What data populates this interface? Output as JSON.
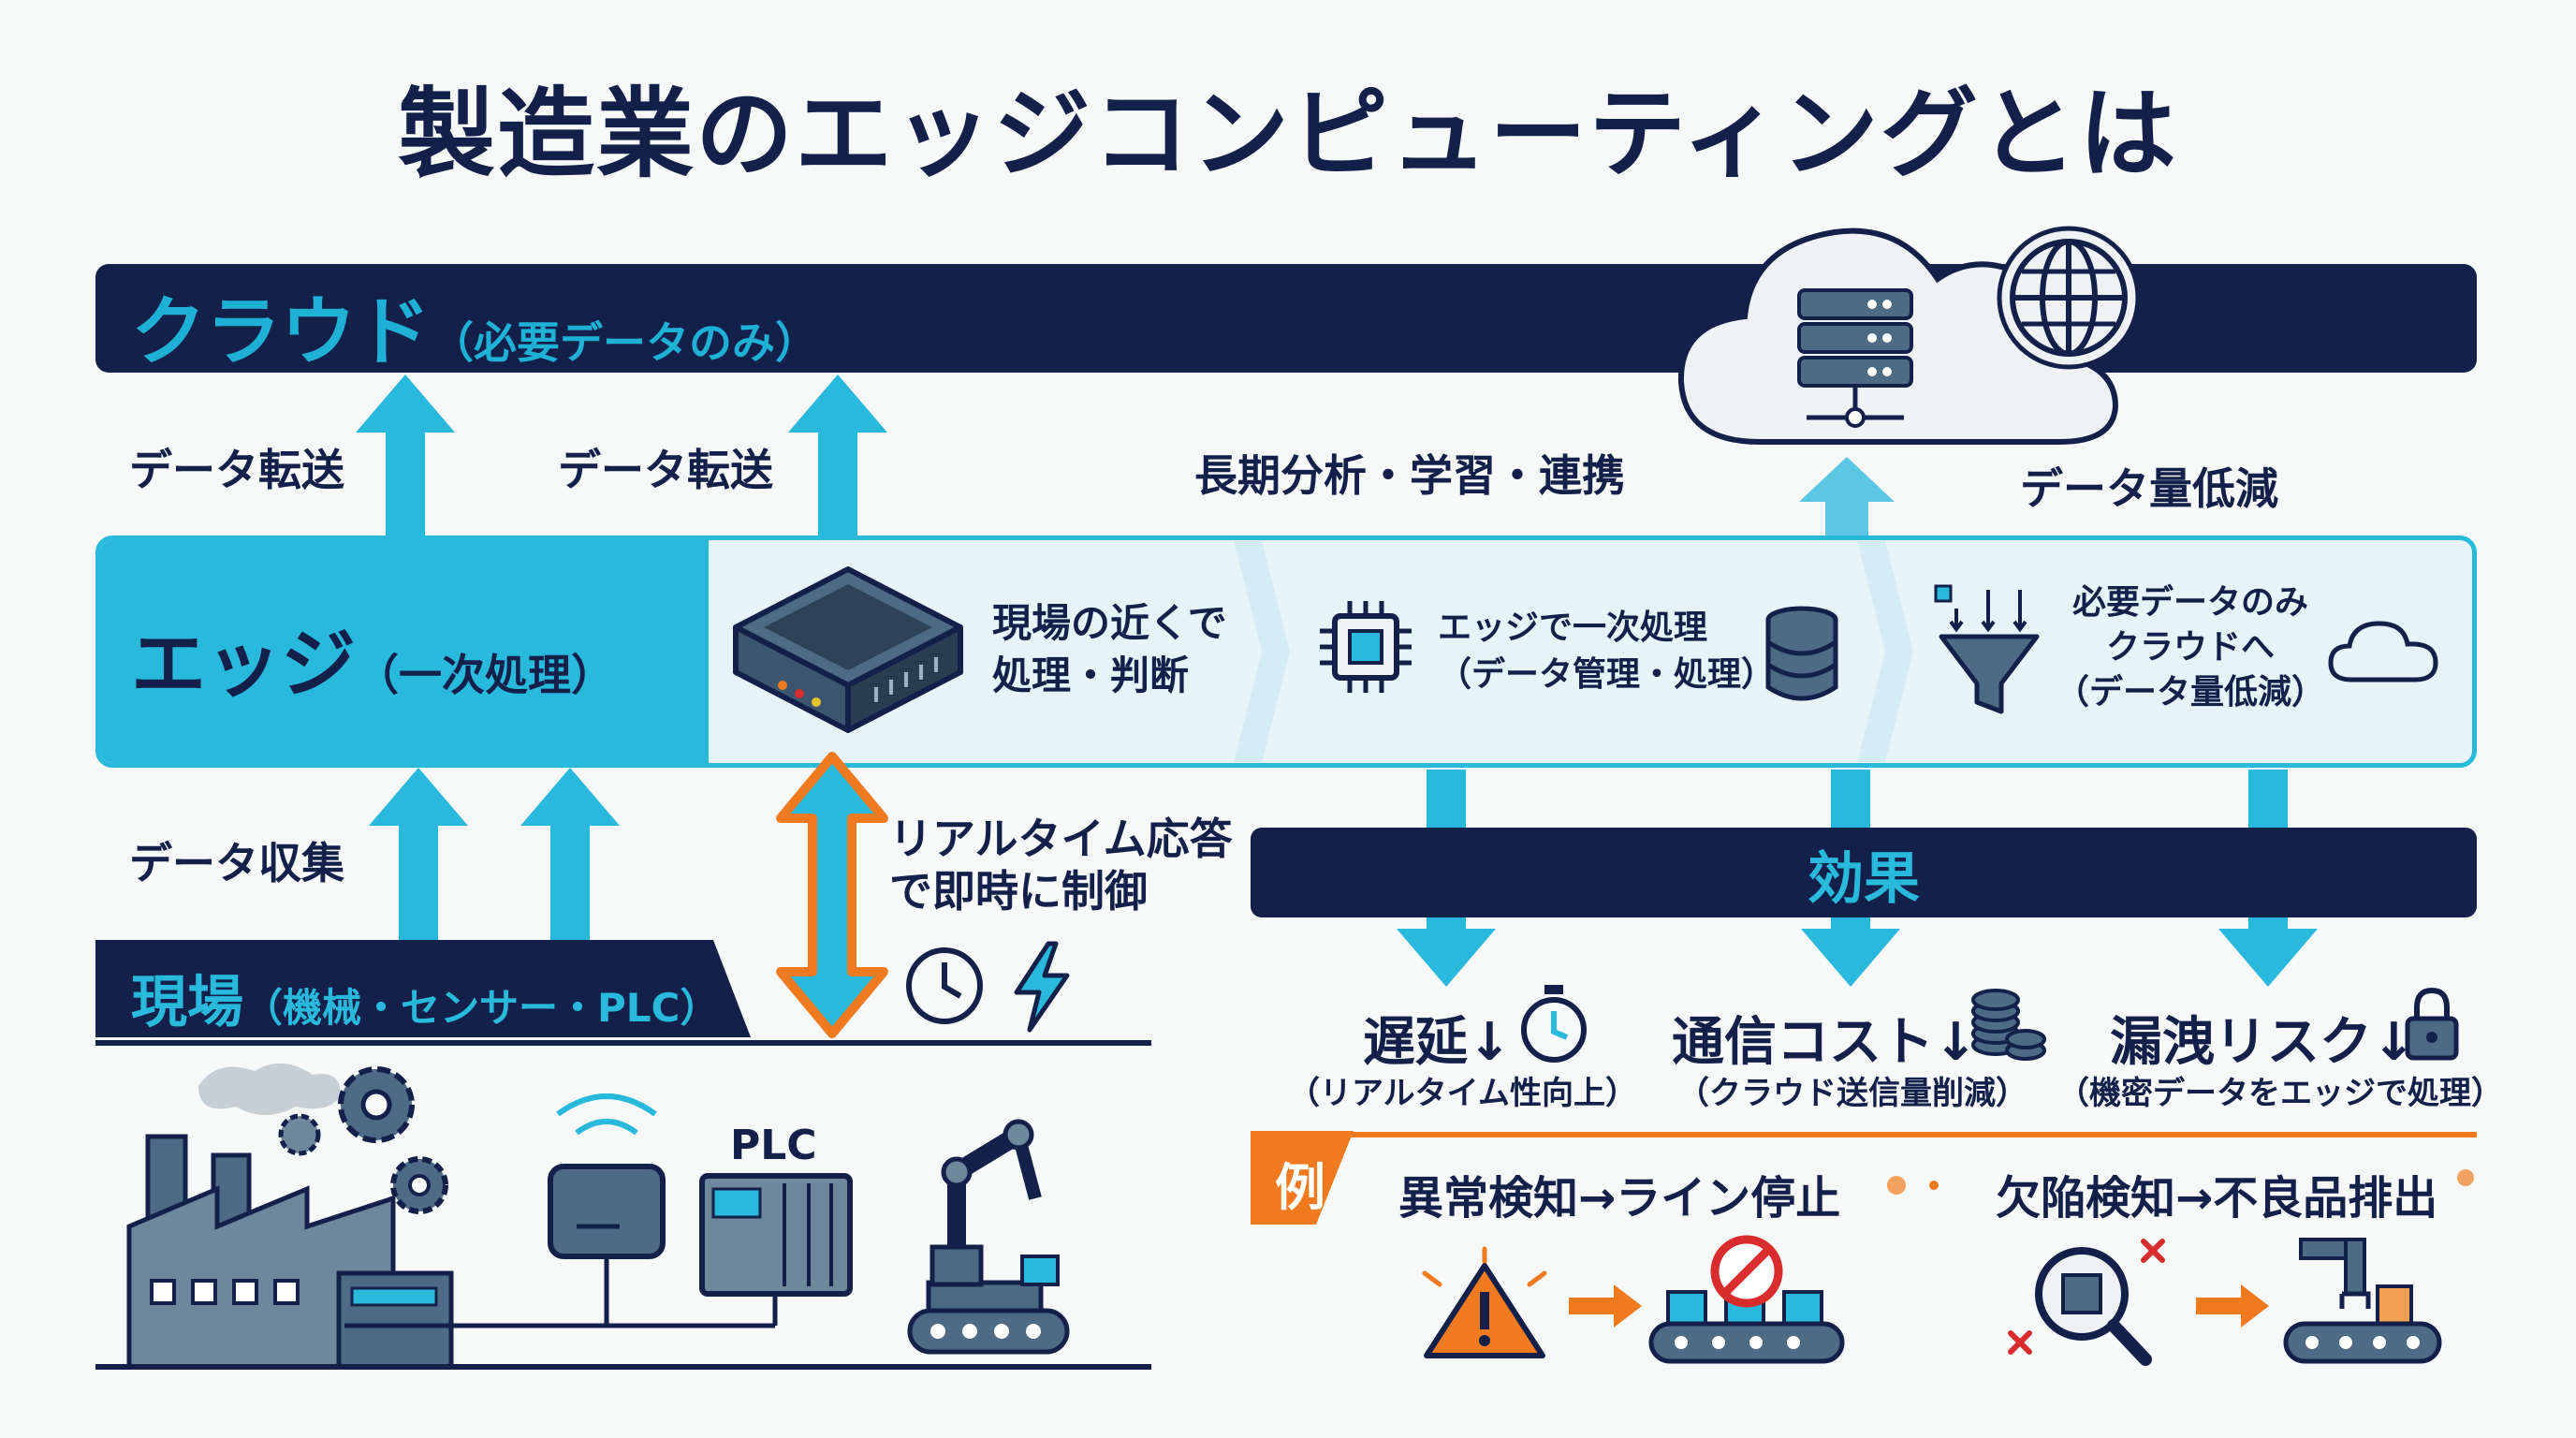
{
  "title": "製造業のエッジコンピューティングとは",
  "cloud": {
    "label": "クラウド",
    "sub": "（必要データのみ）"
  },
  "arrows": {
    "transfer_left": "データ転送",
    "transfer_mid": "データ転送",
    "long_term": "長期分析・学習・連携",
    "data_reduction": "データ量低減",
    "collect": "データ収集",
    "realtime_line1": "リアルタイム応答",
    "realtime_line2": "で即時に制御"
  },
  "edge": {
    "label": "エッジ",
    "sub": "（一次処理）",
    "steps": [
      {
        "line1": "現場の近くで",
        "line2": "処理・判断"
      },
      {
        "line1": "エッジで一次処理",
        "line2": "（データ管理・処理）"
      },
      {
        "line1": "必要データのみ",
        "line2": "クラウドへ",
        "line3": "（データ量低減）"
      }
    ]
  },
  "effects": {
    "title": "効果",
    "items": [
      {
        "main": "遅延↓",
        "sub": "（リアルタイム性向上）"
      },
      {
        "main": "通信コスト↓",
        "sub": "（クラウド送信量削減）"
      },
      {
        "main": "漏洩リスク↓",
        "sub": "（機密データをエッジで処理）"
      }
    ]
  },
  "field": {
    "label": "現場",
    "sub": "（機械・センサー・PLC）",
    "plc": "PLC"
  },
  "example": {
    "tag": "例",
    "case1": "異常検知→ライン停止",
    "case2": "欠陥検知→不良品排出"
  },
  "colors": {
    "navy": "#13204a",
    "cyan": "#28b9dc",
    "orange": "#f07a20",
    "red": "#d92c2c",
    "slate": "#4d6b85"
  }
}
